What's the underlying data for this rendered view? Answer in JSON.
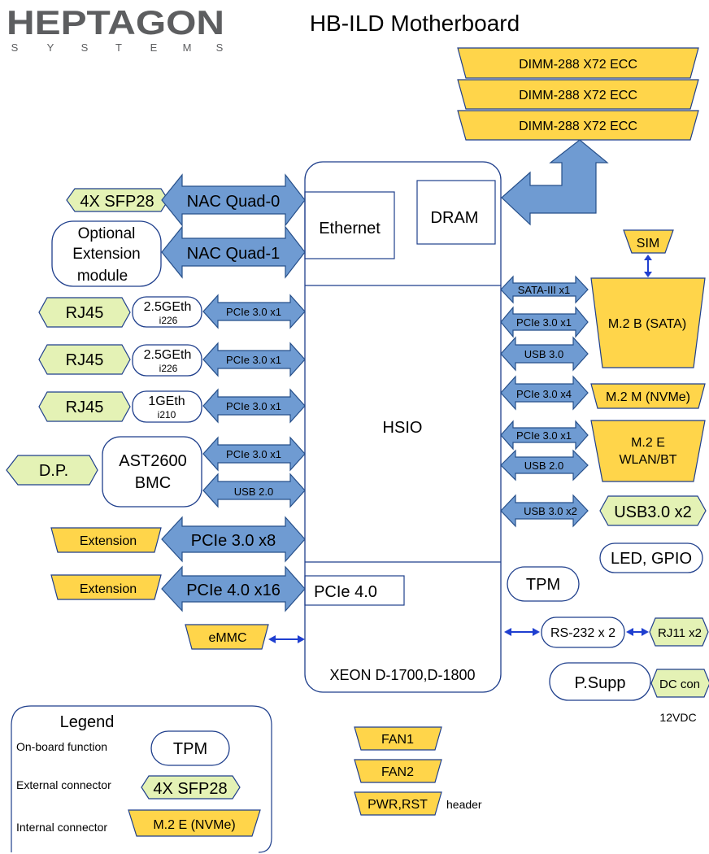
{
  "logo": {
    "word": "HEPTAGON",
    "sub": [
      "S",
      "Y",
      "S",
      "T",
      "E",
      "M",
      "S"
    ]
  },
  "title": "HB-ILD Motherboard",
  "dimms": [
    "DIMM-288 X72 ECC",
    "DIMM-288 X72 ECC",
    "DIMM-288 X72 ECC"
  ],
  "soc": {
    "ethernet": "Ethernet",
    "dram": "DRAM",
    "hsio": "HSIO",
    "pcie4": "PCIe 4.0",
    "name": "XEON D-1700,D-1800"
  },
  "left": {
    "sfp": "4X SFP28",
    "nac0": "NAC Quad-0",
    "opt_ext": [
      "Optional",
      "Extension",
      "module"
    ],
    "nac1": "NAC Quad-1",
    "rj45_1": "RJ45",
    "eth1": [
      "2.5GEth",
      "i226"
    ],
    "link1": "PCIe 3.0 x1",
    "rj45_2": "RJ45",
    "eth2": [
      "2.5GEth",
      "i226"
    ],
    "link2": "PCIe 3.0 x1",
    "rj45_3": "RJ45",
    "eth3": [
      "1GEth",
      "i210"
    ],
    "link3": "PCIe 3.0 x1",
    "dp": "D.P.",
    "bmc": [
      "AST2600",
      "BMC"
    ],
    "bmc_pcie": "PCIe 3.0 x1",
    "bmc_usb": "USB 2.0",
    "ext1": "Extension",
    "pcie3x8": "PCIe 3.0 x8",
    "ext2": "Extension",
    "pcie4x16": "PCIe 4.0 x16",
    "emmc": "eMMC"
  },
  "right": {
    "sim": "SIM",
    "sata": "SATA-III x1",
    "m2b_pcie": "PCIe 3.0 x1",
    "m2b_usb": "USB 3.0",
    "m2b": "M.2 B (SATA)",
    "nvme_link": "PCIe 3.0 x4",
    "m2m": "M.2 M (NVMe)",
    "m2e_pcie": "PCIe 3.0 x1",
    "m2e_usb": "USB 2.0",
    "m2e": [
      "M.2 E",
      "WLAN/BT"
    ],
    "usb_link": "USB 3.0 x2",
    "usb_conn": "USB3.0 x2",
    "led": "LED, GPIO",
    "tpm": "TPM",
    "rs232": "RS-232 x 2",
    "rj11": "RJ11 x2",
    "psupp": "P.Supp",
    "dccon": "DC con",
    "vdc": "12VDC"
  },
  "headers": {
    "fan1": "FAN1",
    "fan2": "FAN2",
    "pwr": "PWR,RST",
    "label": "header"
  },
  "legend": {
    "title": "Legend",
    "onboard": "On-board function",
    "onboard_ex": "TPM",
    "external": "External connector",
    "external_ex": "4X SFP28",
    "internal": "Internal connector",
    "internal_ex": "M.2 E (NVMe)"
  },
  "colors": {
    "arrow": "#6f9bd2",
    "arrow_stroke": "#264f8a",
    "internal": "#ffd54a",
    "external": "#e4f2b5",
    "outline": "#1f3f8c",
    "logo": "#5d5e60"
  }
}
